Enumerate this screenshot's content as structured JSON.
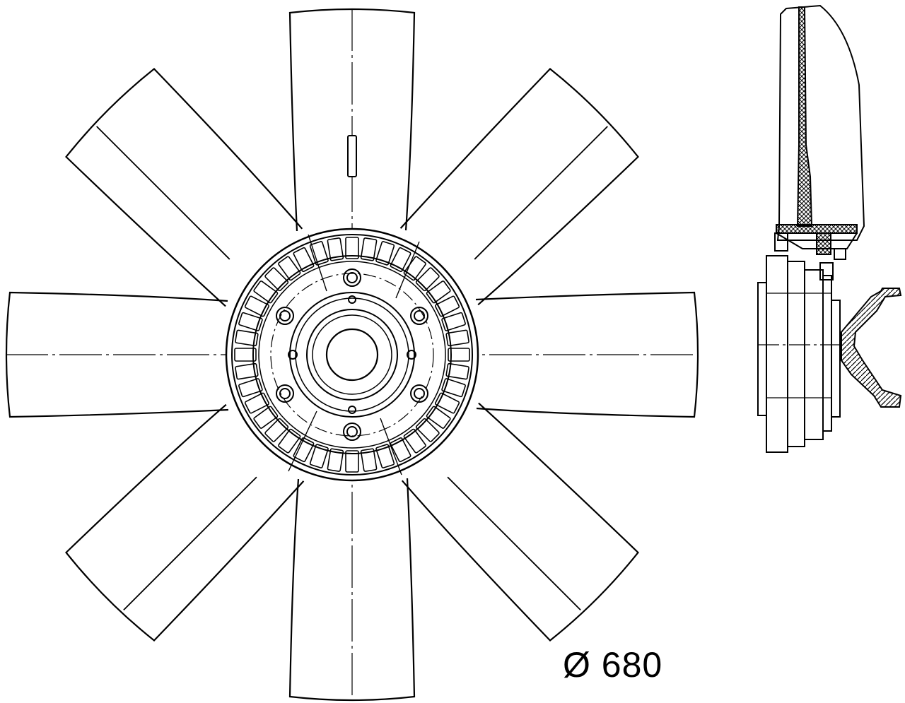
{
  "drawing": {
    "type": "technical drawing - cooling fan with viscous clutch",
    "views": [
      "front-view",
      "side-section-view"
    ],
    "blade_count": 8,
    "line_color": "#000000",
    "background": "#ffffff"
  },
  "dimension": {
    "symbol": "Ø",
    "value": "680",
    "label": "Ø 680"
  }
}
